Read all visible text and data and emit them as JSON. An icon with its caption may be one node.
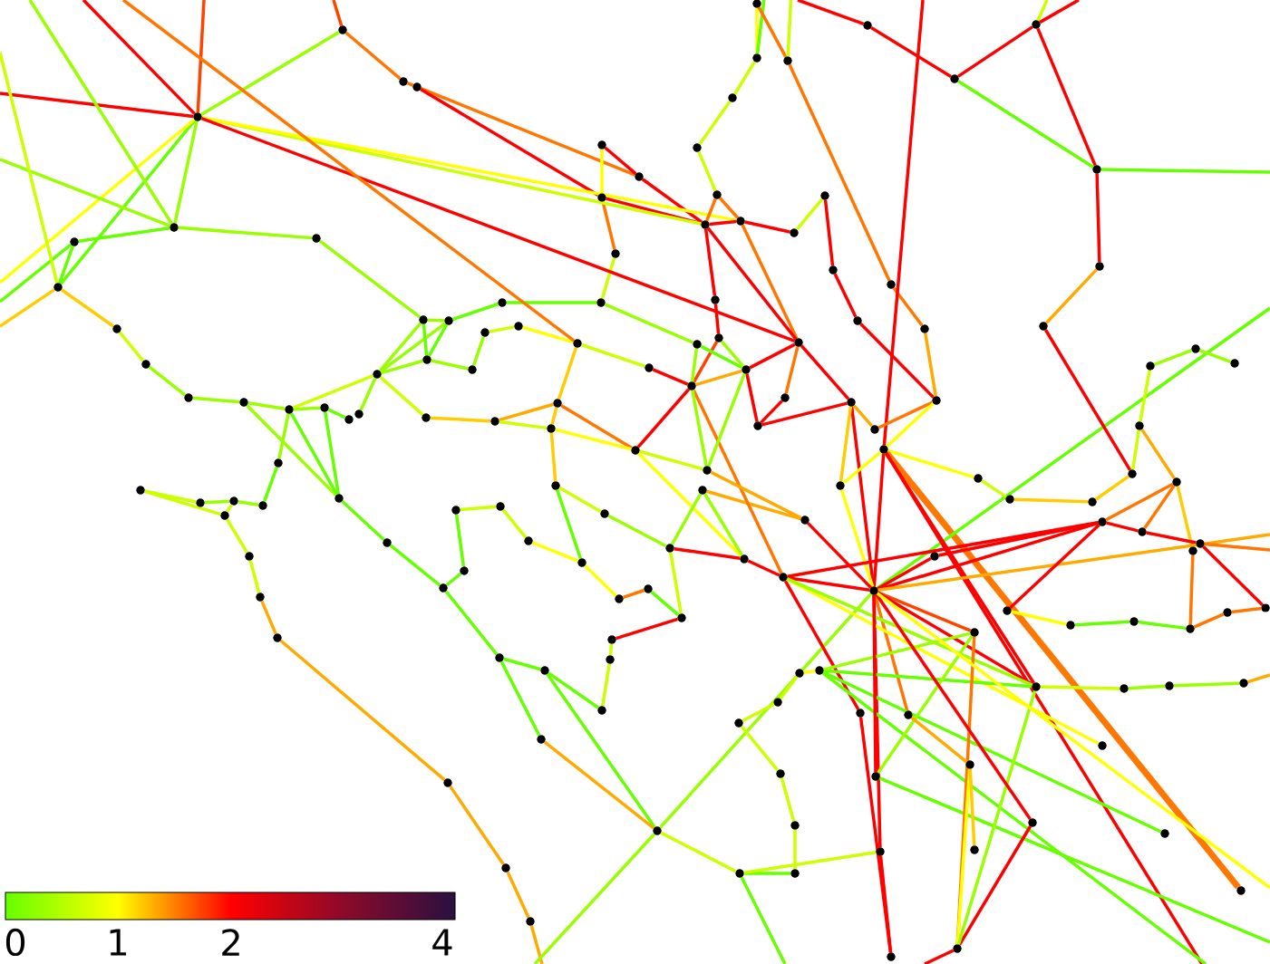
{
  "diagram": {
    "nodes": [
      {
        "text": [],
        "shape": "circle"
      },
      {
        "text": [],
        "shape": "circle"
      },
      {
        "text": [],
        "shape": "circle"
      },
      {
        "text": [],
        "shape": "circle"
      },
      {
        "text": [],
        "shape": "circle"
      },
      {
        "text": [],
        "shape": "circle"
      },
      {
        "text": [],
        "shape": "circle"
      },
      {
        "text": [],
        "shape": "circle"
      },
      {
        "text": [],
        "shape": "circle"
      },
      {
        "text": [],
        "shape": "circle"
      },
      {
        "text": [],
        "shape": "circle"
      },
      {
        "text": [],
        "shape": "circle"
      },
      {
        "text": [],
        "shape": "circle"
      },
      {
        "text": [],
        "shape": "circle"
      },
      {
        "text": [],
        "shape": "circle"
      },
      {
        "text": [],
        "shape": "circle"
      },
      {
        "text": [],
        "shape": "circle"
      },
      {
        "text": [],
        "shape": "circle"
      },
      {
        "text": [],
        "shape": "circle"
      },
      {
        "text": [],
        "shape": "circle"
      },
      {
        "text": [],
        "shape": "circle"
      },
      {
        "text": [],
        "shape": "circle"
      },
      {
        "text": [],
        "shape": "circle"
      },
      {
        "text": [],
        "shape": "circle"
      },
      {
        "text": [],
        "shape": "circle"
      },
      {
        "text": [],
        "shape": "circle"
      },
      {
        "text": [],
        "shape": "circle"
      },
      {
        "text": [],
        "shape": "circle"
      },
      {
        "text": [],
        "shape": "circle"
      },
      {
        "text": [],
        "shape": "circle"
      },
      {
        "text": [],
        "shape": "circle"
      },
      {
        "text": [],
        "shape": "circle"
      },
      {
        "text": [],
        "shape": "circle"
      },
      {
        "text": [],
        "shape": "circle"
      },
      {
        "text": [],
        "shape": "circle"
      },
      {
        "text": [],
        "shape": "circle"
      },
      {
        "text": [],
        "shape": "circle"
      },
      {
        "text": [],
        "shape": "circle"
      },
      {
        "text": [],
        "shape": "circle"
      },
      {
        "text": [],
        "shape": "circle"
      },
      {
        "text": [],
        "shape": "circle"
      },
      {
        "text": [],
        "shape": "circle"
      },
      {
        "text": [],
        "shape": "circle"
      },
      {
        "text": [],
        "shape": "circle"
      },
      {
        "text": [],
        "shape": "circle"
      },
      {
        "text": [],
        "shape": "circle"
      },
      {
        "text": [],
        "shape": "circle"
      },
      {
        "text": [],
        "shape": "circle"
      },
      {
        "text": [],
        "shape": "circle"
      },
      {
        "text": [],
        "shape": "circle"
      },
      {
        "text": [],
        "shape": "circle"
      },
      {
        "text": [],
        "shape": "circle"
      },
      {
        "text": [],
        "shape": "circle"
      },
      {
        "text": [],
        "shape": "circle"
      },
      {
        "text": [],
        "shape": "circle"
      },
      {
        "text": [],
        "shape": "circle"
      },
      {
        "text": [],
        "shape": "circle"
      },
      {
        "text": [],
        "shape": "circle"
      },
      {
        "text": [],
        "shape": "circle"
      },
      {
        "text": [],
        "shape": "circle"
      },
      {
        "text": [],
        "shape": "circle"
      },
      {
        "text": [],
        "shape": "circle"
      },
      {
        "text": [],
        "shape": "circle"
      },
      {
        "text": [],
        "shape": "circle"
      },
      {
        "text": [],
        "shape": "circle"
      },
      {
        "text": [],
        "shape": "circle"
      },
      {
        "text": [],
        "shape": "circle"
      },
      {
        "text": [],
        "shape": "circle"
      },
      {
        "text": [],
        "shape": "circle"
      },
      {
        "text": [],
        "shape": "circle"
      },
      {
        "text": [],
        "shape": "circle"
      },
      {
        "text": [],
        "shape": "circle"
      },
      {
        "text": [],
        "shape": "circle"
      },
      {
        "text": [],
        "shape": "circle"
      },
      {
        "text": [],
        "shape": "circle"
      },
      {
        "text": [],
        "shape": "circle"
      },
      {
        "text": [],
        "shape": "circle"
      },
      {
        "text": [],
        "shape": "circle"
      },
      {
        "text": [],
        "shape": "circle"
      },
      {
        "text": [],
        "shape": "circle"
      },
      {
        "text": [],
        "shape": "circle"
      },
      {
        "text": [],
        "shape": "circle"
      },
      {
        "text": [],
        "shape": "circle"
      },
      {
        "text": [],
        "shape": "circle"
      },
      {
        "text": [],
        "shape": "circle"
      },
      {
        "text": [],
        "shape": "circle"
      },
      {
        "text": [],
        "shape": "circle"
      },
      {
        "text": [],
        "shape": "circle"
      },
      {
        "text": [],
        "shape": "circle"
      },
      {
        "text": [],
        "shape": "circle"
      },
      {
        "text": [],
        "shape": "circle"
      },
      {
        "text": [],
        "shape": "circle"
      },
      {
        "text": [],
        "shape": "circle"
      },
      {
        "text": [],
        "shape": "circle"
      },
      {
        "text": [],
        "shape": "circle"
      },
      {
        "text": [],
        "shape": "circle"
      },
      {
        "text": [],
        "shape": "circle"
      },
      {
        "text": [],
        "shape": "circle"
      },
      {
        "text": [],
        "shape": "circle"
      },
      {
        "text": [],
        "shape": "circle"
      },
      {
        "text": [],
        "shape": "circle"
      },
      {
        "text": [],
        "shape": "circle"
      },
      {
        "text": [],
        "shape": "circle"
      },
      {
        "text": [],
        "shape": "circle"
      },
      {
        "text": [],
        "shape": "circle"
      },
      {
        "text": [],
        "shape": "circle"
      },
      {
        "text": [],
        "shape": "circle"
      },
      {
        "text": [],
        "shape": "circle"
      },
      {
        "text": [],
        "shape": "circle"
      },
      {
        "text": [],
        "shape": "circle"
      },
      {
        "text": [],
        "shape": "circle"
      },
      {
        "text": [],
        "shape": "circle"
      },
      {
        "text": [],
        "shape": "circle"
      },
      {
        "text": [],
        "shape": "circle"
      },
      {
        "text": [],
        "shape": "circle"
      },
      {
        "text": [],
        "shape": "circle"
      },
      {
        "text": [],
        "shape": "circle"
      },
      {
        "text": [],
        "shape": "circle"
      },
      {
        "text": [],
        "shape": "circle"
      },
      {
        "text": [],
        "shape": "circle"
      },
      {
        "text": [],
        "shape": "circle"
      },
      {
        "text": [],
        "shape": "circle"
      },
      {
        "text": [],
        "shape": "circle"
      },
      {
        "text": [],
        "shape": "circle"
      },
      {
        "text": [],
        "shape": "circle"
      },
      {
        "text": [],
        "shape": "circle"
      },
      {
        "text": [],
        "shape": "circle"
      },
      {
        "text": [],
        "shape": "circle"
      },
      {
        "text": [],
        "shape": "circle"
      },
      {
        "text": [],
        "shape": "circle"
      },
      {
        "text": [],
        "shape": "circle"
      },
      {
        "text": [],
        "shape": "circle"
      },
      {
        "text": [],
        "shape": "circle"
      },
      {
        "text": [],
        "shape": "circle"
      },
      {
        "text": [],
        "shape": "circle"
      },
      {
        "text": [],
        "shape": "circle"
      },
      {
        "text": [],
        "shape": "circle"
      },
      {
        "text": [],
        "shape": "circle"
      },
      {
        "text": [],
        "shape": "circle"
      },
      {
        "text": [],
        "shape": "circle"
      },
      {
        "text": [],
        "shape": "circle"
      },
      {
        "text": [],
        "shape": "circle"
      },
      {
        "text": [],
        "shape": "circle"
      },
      {
        "text": [],
        "shape": "circle"
      },
      {
        "text": [],
        "shape": "circle"
      },
      {
        "text": [],
        "shape": "circle"
      },
      {
        "text": [],
        "shape": "circle"
      },
      {
        "text": [],
        "shape": "circle"
      },
      {
        "text": [],
        "shape": "circle"
      },
      {
        "text": [],
        "shape": "circle"
      },
      {
        "text": [],
        "shape": "circle"
      },
      {
        "text": [],
        "shape": "circle"
      },
      {
        "text": [],
        "shape": "circle"
      }
    ],
    "edges": [
      {
        "from": null,
        "to": 0,
        "arrow": "none",
        "color": "#ff4400"
      },
      {
        "from": 0,
        "to": 1,
        "arrow": "none",
        "color": "#ff7700"
      },
      {
        "from": 1,
        "to": 2,
        "arrow": "none",
        "color": "#ff7700"
      },
      {
        "from": 2,
        "to": 33,
        "arrow": "none",
        "color": "#ff7700"
      },
      {
        "from": 2,
        "to": 32,
        "arrow": "none",
        "color": "#ff0000"
      },
      {
        "from": 31,
        "to": 33,
        "arrow": "none",
        "color": "#ff0000"
      },
      {
        "from": 31,
        "to": 32,
        "arrow": "none",
        "color": "#ffff00"
      },
      {
        "from": 32,
        "to": 41,
        "arrow": "none",
        "color": "#ff0000"
      },
      {
        "from": 33,
        "to": 41,
        "arrow": "none",
        "color": "#ff0000"
      },
      {
        "from": 32,
        "to": 34,
        "arrow": "none",
        "color": "#ff7700"
      },
      {
        "from": 34,
        "to": 24,
        "arrow": "none",
        "color": "#ccff00"
      },
      {
        "from": null,
        "to": 3,
        "arrow": "none",
        "color": "#ff4400"
      },
      {
        "from": null,
        "to": 3,
        "arrow": "none",
        "color": "#ff0000"
      },
      {
        "from": null,
        "to": 3,
        "arrow": "none",
        "color": "#ff0000"
      },
      {
        "from": 3,
        "to": 0,
        "arrow": "none",
        "color": "#99ff00"
      },
      {
        "from": 3,
        "to": 41,
        "arrow": "none",
        "color": "#ccff00"
      },
      {
        "from": 3,
        "to": 42,
        "arrow": "none",
        "color": "#ffff00"
      },
      {
        "from": 3,
        "to": 62,
        "arrow": "none",
        "color": "#ff0000"
      },
      {
        "from": 3,
        "to": 4,
        "arrow": "none",
        "color": "#99ff00"
      },
      {
        "from": 3,
        "to": 6,
        "arrow": "none",
        "color": "#66ff00"
      },
      {
        "from": null,
        "to": 3,
        "arrow": "none",
        "color": "#ffff00"
      },
      {
        "from": null,
        "to": 4,
        "arrow": "none",
        "color": "#99ff00"
      },
      {
        "from": null,
        "to": 4,
        "arrow": "none",
        "color": "#99ff00"
      },
      {
        "from": null,
        "to": 5,
        "arrow": "none",
        "color": "#66ff00"
      },
      {
        "from": null,
        "to": 6,
        "arrow": "none",
        "color": "#ffcc00"
      },
      {
        "from": null,
        "to": 6,
        "arrow": "none",
        "color": "#ccff00"
      },
      {
        "from": 5,
        "to": 6,
        "arrow": "none",
        "color": "#66ff00"
      },
      {
        "from": 5,
        "to": 4,
        "arrow": "none",
        "color": "#66ff00"
      },
      {
        "from": 4,
        "to": 7,
        "arrow": "none",
        "color": "#99ff00"
      },
      {
        "from": 7,
        "to": 17,
        "arrow": "none",
        "color": "#99ff00"
      },
      {
        "from": 6,
        "to": 8,
        "arrow": "none",
        "color": "#ffcc00"
      },
      {
        "from": 8,
        "to": 9,
        "arrow": "none",
        "color": "#ccff00"
      },
      {
        "from": 9,
        "to": 10,
        "arrow": "none",
        "color": "#99ff00"
      },
      {
        "from": 10,
        "to": 11,
        "arrow": "none",
        "color": "#99ff00"
      },
      {
        "from": 11,
        "to": 12,
        "arrow": "none",
        "color": "#99ff00"
      },
      {
        "from": 12,
        "to": 13,
        "arrow": "none",
        "color": "#99ff00"
      },
      {
        "from": 13,
        "to": 14,
        "arrow": "none",
        "color": "#66ff00"
      },
      {
        "from": 15,
        "to": 16,
        "arrow": "none",
        "color": "#99ff00"
      },
      {
        "from": 12,
        "to": 16,
        "arrow": "none",
        "color": "#ccff00"
      },
      {
        "from": 16,
        "to": 17,
        "arrow": "none",
        "color": "#99ff00"
      },
      {
        "from": 16,
        "to": 18,
        "arrow": "none",
        "color": "#99ff00"
      },
      {
        "from": 16,
        "to": 19,
        "arrow": "none",
        "color": "#99ff00"
      },
      {
        "from": 17,
        "to": 18,
        "arrow": "none",
        "color": "#99ff00"
      },
      {
        "from": 17,
        "to": 19,
        "arrow": "none",
        "color": "#66ff00"
      },
      {
        "from": 18,
        "to": 19,
        "arrow": "none",
        "color": "#66ff00"
      },
      {
        "from": 18,
        "to": 23,
        "arrow": "none",
        "color": "#66ff00"
      },
      {
        "from": 23,
        "to": 24,
        "arrow": "none",
        "color": "#66ff00"
      },
      {
        "from": 24,
        "to": 58,
        "arrow": "none",
        "color": "#99ff00"
      },
      {
        "from": 19,
        "to": 20,
        "arrow": "none",
        "color": "#99ff00"
      },
      {
        "from": 20,
        "to": 21,
        "arrow": "none",
        "color": "#99ff00"
      },
      {
        "from": 21,
        "to": 22,
        "arrow": "none",
        "color": "#ccff00"
      },
      {
        "from": 22,
        "to": 25,
        "arrow": "none",
        "color": "#ffff00"
      },
      {
        "from": 25,
        "to": 28,
        "arrow": "none",
        "color": "#ffcc00"
      },
      {
        "from": 25,
        "to": 60,
        "arrow": "none",
        "color": "#ccff00"
      },
      {
        "from": null,
        "to": 25,
        "arrow": "none",
        "color": "#ff7700"
      },
      {
        "from": 16,
        "to": 26,
        "arrow": "none",
        "color": "#ccff00"
      },
      {
        "from": 26,
        "to": 27,
        "arrow": "none",
        "color": "#ffcc00"
      },
      {
        "from": 27,
        "to": 28,
        "arrow": "none",
        "color": "#ffaa00"
      },
      {
        "from": 27,
        "to": 29,
        "arrow": "none",
        "color": "#ccff00"
      },
      {
        "from": 28,
        "to": 94,
        "arrow": "none",
        "color": "#ff7700"
      },
      {
        "from": 29,
        "to": 94,
        "arrow": "none",
        "color": "#ffff00"
      },
      {
        "from": 28,
        "to": 29,
        "arrow": "none",
        "color": "#ffcc00"
      },
      {
        "from": 29,
        "to": 30,
        "arrow": "none",
        "color": "#ffcc00"
      },
      {
        "from": 12,
        "to": 113,
        "arrow": "none",
        "color": "#99ff00"
      },
      {
        "from": 11,
        "to": 112,
        "arrow": "none",
        "color": "#99ff00"
      },
      {
        "from": 12,
        "to": 112,
        "arrow": "none",
        "color": "#66ff00"
      },
      {
        "from": 13,
        "to": 112,
        "arrow": "none",
        "color": "#66ff00"
      },
      {
        "from": 113,
        "to": 114,
        "arrow": "none",
        "color": "#66ff00"
      },
      {
        "from": 117,
        "to": 116,
        "arrow": "none",
        "color": "#ccff00"
      },
      {
        "from": 117,
        "to": 118,
        "arrow": "none",
        "color": "#ccff00"
      },
      {
        "from": 116,
        "to": 115,
        "arrow": "none",
        "color": "#99ff00"
      },
      {
        "from": 115,
        "to": 114,
        "arrow": "none",
        "color": "#99ff00"
      },
      {
        "from": 115,
        "to": 118,
        "arrow": "none",
        "color": "#ccff00"
      },
      {
        "from": 118,
        "to": 119,
        "arrow": "none",
        "color": "#ccff00"
      },
      {
        "from": 119,
        "to": 120,
        "arrow": "none",
        "color": "#ccff00"
      },
      {
        "from": 120,
        "to": 121,
        "arrow": "none",
        "color": "#ffaa00"
      },
      {
        "from": 121,
        "to": 122,
        "arrow": "none",
        "color": "#ffaa00"
      },
      {
        "from": 122,
        "to": 123,
        "arrow": "none",
        "color": "#ffaa00"
      },
      {
        "from": 123,
        "to": 124,
        "arrow": "none",
        "color": "#ffaa00"
      },
      {
        "from": 124,
        "to": null,
        "arrow": "none",
        "color": "#ffaa00"
      },
      {
        "from": 112,
        "to": 111,
        "arrow": "none",
        "color": "#66ff00"
      },
      {
        "from": 111,
        "to": 110,
        "arrow": "none",
        "color": "#66ff00"
      },
      {
        "from": 110,
        "to": 109,
        "arrow": "none",
        "color": "#66ff00"
      },
      {
        "from": 109,
        "to": 108,
        "arrow": "none",
        "color": "#66ff00"
      },
      {
        "from": 108,
        "to": 107,
        "arrow": "none",
        "color": "#ccff00"
      },
      {
        "from": 107,
        "to": 106,
        "arrow": "none",
        "color": "#ccff00"
      },
      {
        "from": 106,
        "to": 105,
        "arrow": "none",
        "color": "#ffff00"
      },
      {
        "from": 105,
        "to": 103,
        "arrow": "none",
        "color": "#ffff00"
      },
      {
        "from": 103,
        "to": 101,
        "arrow": "none",
        "color": "#ff7700"
      },
      {
        "from": 30,
        "to": 104,
        "arrow": "none",
        "color": "#ccff00"
      },
      {
        "from": 30,
        "to": 105,
        "arrow": "none",
        "color": "#66ff00"
      },
      {
        "from": 104,
        "to": 97,
        "arrow": "none",
        "color": "#99ff00"
      },
      {
        "from": 110,
        "to": 125,
        "arrow": "none",
        "color": "#66ff00"
      },
      {
        "from": 125,
        "to": 126,
        "arrow": "none",
        "color": "#66ff00"
      },
      {
        "from": 126,
        "to": 127,
        "arrow": "none",
        "color": "#66ff00"
      },
      {
        "from": 125,
        "to": 130,
        "arrow": "none",
        "color": "#66ff00"
      },
      {
        "from": 126,
        "to": 131,
        "arrow": "none",
        "color": "#66ff00"
      },
      {
        "from": 130,
        "to": 131,
        "arrow": "none",
        "color": "#ffaa00"
      },
      {
        "from": 128,
        "to": 129,
        "arrow": "none",
        "color": "#ccff00"
      },
      {
        "from": 129,
        "to": 127,
        "arrow": "none",
        "color": "#ccff00"
      },
      {
        "from": 128,
        "to": 102,
        "arrow": "none",
        "color": "#ff0000"
      },
      {
        "from": null,
        "to": 131,
        "arrow": "none",
        "color": "#99ff00"
      },
      {
        "from": 131,
        "to": 132,
        "arrow": "none",
        "color": "#ccff00"
      },
      {
        "from": 131,
        "to": 138,
        "arrow": "none",
        "color": "#99ff00"
      },
      {
        "from": 138,
        "to": 92,
        "arrow": "none",
        "color": "#99ff00"
      },
      {
        "from": 136,
        "to": 137,
        "arrow": "none",
        "color": "#ccff00"
      },
      {
        "from": 137,
        "to": 138,
        "arrow": "none",
        "color": "#ccff00"
      },
      {
        "from": 136,
        "to": 135,
        "arrow": "none",
        "color": "#ccff00"
      },
      {
        "from": 135,
        "to": 134,
        "arrow": "none",
        "color": "#ccff00"
      },
      {
        "from": 134,
        "to": 133,
        "arrow": "none",
        "color": "#ccff00"
      },
      {
        "from": 133,
        "to": 132,
        "arrow": "none",
        "color": "#66ff00"
      },
      {
        "from": 132,
        "to": 144,
        "arrow": "none",
        "color": "#ccff00"
      },
      {
        "from": 132,
        "to": null,
        "arrow": "none",
        "color": "#66ff00"
      },
      {
        "from": 35,
        "to": 36,
        "arrow": "none",
        "color": "#ffff00"
      },
      {
        "from": null,
        "to": 36,
        "arrow": "none",
        "color": "#66ff00"
      },
      {
        "from": 35,
        "to": 37,
        "arrow": "none",
        "color": "#ff7700"
      },
      {
        "from": null,
        "to": 37,
        "arrow": "none",
        "color": "#ccff00"
      },
      {
        "from": 36,
        "to": 38,
        "arrow": "none",
        "color": "#ccff00"
      },
      {
        "from": 38,
        "to": 39,
        "arrow": "none",
        "color": "#ccff00"
      },
      {
        "from": 39,
        "to": 40,
        "arrow": "none",
        "color": "#ccff00"
      },
      {
        "from": 40,
        "to": 41,
        "arrow": "none",
        "color": "#ff7700"
      },
      {
        "from": 40,
        "to": 42,
        "arrow": "none",
        "color": "#ff7700"
      },
      {
        "from": 42,
        "to": 62,
        "arrow": "none",
        "color": "#ff7700"
      },
      {
        "from": 41,
        "to": 42,
        "arrow": "none",
        "color": "#ff0000"
      },
      {
        "from": 42,
        "to": 43,
        "arrow": "none",
        "color": "#ff0000"
      },
      {
        "from": 43,
        "to": 44,
        "arrow": "none",
        "color": "#ccff00"
      },
      {
        "from": 44,
        "to": 45,
        "arrow": "none",
        "color": "#ff0000"
      },
      {
        "from": 45,
        "to": 46,
        "arrow": "none",
        "color": "#ff0000"
      },
      {
        "from": 46,
        "to": 49,
        "arrow": "none",
        "color": "#ff0000"
      },
      {
        "from": 37,
        "to": 47,
        "arrow": "none",
        "color": "#ff7700"
      },
      {
        "from": 47,
        "to": 48,
        "arrow": "none",
        "color": "#ff7700"
      },
      {
        "from": 48,
        "to": 49,
        "arrow": "none",
        "color": "#ffaa00"
      },
      {
        "from": null,
        "to": 67,
        "arrow": "none",
        "color": "#ff0000"
      },
      {
        "from": 67,
        "to": 92,
        "arrow": "none",
        "color": "#ff0000"
      },
      {
        "from": 41,
        "to": 56,
        "arrow": "none",
        "color": "#ff0000"
      },
      {
        "from": 56,
        "to": 57,
        "arrow": "none",
        "color": "#ff0000"
      },
      {
        "from": 57,
        "to": 61,
        "arrow": "none",
        "color": "#ff4400"
      },
      {
        "from": 41,
        "to": 62,
        "arrow": "none",
        "color": "#ff0000"
      },
      {
        "from": 62,
        "to": 59,
        "arrow": "none",
        "color": "#ff0000"
      },
      {
        "from": 62,
        "to": 63,
        "arrow": "none",
        "color": "#ff7700"
      },
      {
        "from": 63,
        "to": 64,
        "arrow": "none",
        "color": "#ff0000"
      },
      {
        "from": 59,
        "to": 64,
        "arrow": "none",
        "color": "#ff0000"
      },
      {
        "from": 64,
        "to": 65,
        "arrow": "none",
        "color": "#ff0000"
      },
      {
        "from": 62,
        "to": 65,
        "arrow": "none",
        "color": "#ff0000"
      },
      {
        "from": 65,
        "to": 92,
        "arrow": "none",
        "color": "#ff0000"
      },
      {
        "from": 66,
        "to": 49,
        "arrow": "none",
        "color": "#ff7700"
      },
      {
        "from": 65,
        "to": 66,
        "arrow": "none",
        "color": "#ffaa00"
      },
      {
        "from": 65,
        "to": 152,
        "arrow": "none",
        "color": "#ffcc00"
      },
      {
        "from": 152,
        "to": 92,
        "arrow": "none",
        "color": "#ffff00"
      },
      {
        "from": 67,
        "to": 152,
        "arrow": "none",
        "color": "#ffff00"
      },
      {
        "from": 49,
        "to": 67,
        "arrow": "none",
        "color": "#ffff00"
      },
      {
        "from": 67,
        "to": 68,
        "arrow": "none",
        "color": "#ffff00"
      },
      {
        "from": 67,
        "to": 149,
        "arrow": "none",
        "color": "#ff7700",
        "style": "thick"
      },
      {
        "from": null,
        "to": 92,
        "arrow": "none",
        "color": "#66ff00"
      },
      {
        "from": 67,
        "to": 88,
        "arrow": "none",
        "color": "#ff0000"
      },
      {
        "from": 67,
        "to": null,
        "arrow": "none",
        "color": "#ff0000"
      },
      {
        "from": 68,
        "to": 69,
        "arrow": "none",
        "color": "#ccff00"
      },
      {
        "from": 69,
        "to": 70,
        "arrow": "none",
        "color": "#ffcc00"
      },
      {
        "from": 70,
        "to": 71,
        "arrow": "none",
        "color": "#ffcc00"
      },
      {
        "from": 71,
        "to": 72,
        "arrow": "none",
        "color": "#ccff00"
      },
      {
        "from": 72,
        "to": 73,
        "arrow": "none",
        "color": "#ccff00"
      },
      {
        "from": 73,
        "to": 74,
        "arrow": "none",
        "color": "#99ff00"
      },
      {
        "from": 74,
        "to": 75,
        "arrow": "none",
        "color": "#99ff00"
      },
      {
        "from": 72,
        "to": 76,
        "arrow": "none",
        "color": "#ffaa00"
      },
      {
        "from": 71,
        "to": 55,
        "arrow": "none",
        "color": "#ff0000"
      },
      {
        "from": 55,
        "to": 54,
        "arrow": "none",
        "color": "#ffaa00"
      },
      {
        "from": 54,
        "to": 53,
        "arrow": "none",
        "color": "#ff0000"
      },
      {
        "from": 53,
        "to": 52,
        "arrow": "none",
        "color": "#ff0000"
      },
      {
        "from": 53,
        "to": 51,
        "arrow": "none",
        "color": "#66ff00"
      },
      {
        "from": 53,
        "to": null,
        "arrow": "none",
        "color": "#66ff00"
      },
      {
        "from": 51,
        "to": 52,
        "arrow": "none",
        "color": "#ff0000"
      },
      {
        "from": 52,
        "to": null,
        "arrow": "none",
        "color": "#ccff00"
      },
      {
        "from": 52,
        "to": null,
        "arrow": "none",
        "color": "#ff0000"
      },
      {
        "from": 51,
        "to": 50,
        "arrow": "none",
        "color": "#ff0000"
      },
      {
        "from": 50,
        "to": null,
        "arrow": "none",
        "color": "#ff0000"
      },
      {
        "from": 76,
        "to": 77,
        "arrow": "none",
        "color": "#ff7700"
      },
      {
        "from": 76,
        "to": 78,
        "arrow": "none",
        "color": "#ff7700"
      },
      {
        "from": 76,
        "to": 80,
        "arrow": "none",
        "color": "#ffcc00"
      },
      {
        "from": 77,
        "to": 78,
        "arrow": "none",
        "color": "#ff0000"
      },
      {
        "from": 78,
        "to": 79,
        "arrow": "none",
        "color": "#ff0000"
      },
      {
        "from": 79,
        "to": 81,
        "arrow": "none",
        "color": "#ff0000"
      },
      {
        "from": 77,
        "to": 92,
        "arrow": "none",
        "color": "#ff0000"
      },
      {
        "from": 77,
        "to": 93,
        "arrow": "none",
        "color": "#ff0000"
      },
      {
        "from": 77,
        "to": 100,
        "arrow": "none",
        "color": "#ff0000"
      },
      {
        "from": 93,
        "to": 92,
        "arrow": "none",
        "color": "#ff0000"
      },
      {
        "from": 92,
        "to": null,
        "arrow": "none",
        "color": "#ffaa00"
      },
      {
        "from": 79,
        "to": null,
        "arrow": "none",
        "color": "#ff7700"
      },
      {
        "from": 80,
        "to": 83,
        "arrow": "none",
        "color": "#ff7700"
      },
      {
        "from": 83,
        "to": 82,
        "arrow": "none",
        "color": "#ff7700"
      },
      {
        "from": 82,
        "to": 81,
        "arrow": "none",
        "color": "#ff7700"
      },
      {
        "from": 83,
        "to": 84,
        "arrow": "none",
        "color": "#66ff00"
      },
      {
        "from": 84,
        "to": 85,
        "arrow": "none",
        "color": "#66ff00"
      },
      {
        "from": 85,
        "to": 86,
        "arrow": "none",
        "color": "#ffff00"
      },
      {
        "from": 86,
        "to": 77,
        "arrow": "none",
        "color": "#ff0000"
      },
      {
        "from": 88,
        "to": 89,
        "arrow": "none",
        "color": "#ccff00"
      },
      {
        "from": 89,
        "to": 90,
        "arrow": "none",
        "color": "#99ff00"
      },
      {
        "from": 90,
        "to": 91,
        "arrow": "none",
        "color": "#99ff00"
      },
      {
        "from": 91,
        "to": null,
        "arrow": "none",
        "color": "#ffaa00"
      },
      {
        "from": 98,
        "to": 100,
        "arrow": "none",
        "color": "#ff0000"
      },
      {
        "from": 100,
        "to": 92,
        "arrow": "none",
        "color": "#ff0000"
      },
      {
        "from": 96,
        "to": 99,
        "arrow": "none",
        "color": "#ffaa00"
      },
      {
        "from": 99,
        "to": 92,
        "arrow": "none",
        "color": "#ff0000"
      },
      {
        "from": 92,
        "to": 87,
        "arrow": "none",
        "color": "#ff4400"
      },
      {
        "from": 92,
        "to": 88,
        "arrow": "none",
        "color": "#ff0000"
      },
      {
        "from": 92,
        "to": 144,
        "arrow": "none",
        "color": "#ff0000"
      },
      {
        "from": 144,
        "to": 151,
        "arrow": "none",
        "color": "#ff0000"
      },
      {
        "from": 92,
        "to": 141,
        "arrow": "none",
        "color": "#ff7700"
      },
      {
        "from": 100,
        "to": 140,
        "arrow": "none",
        "color": "#ff0000"
      },
      {
        "from": 140,
        "to": 151,
        "arrow": "none",
        "color": "#ff0000"
      },
      {
        "from": 100,
        "to": 147,
        "arrow": "none",
        "color": "#ffff00"
      },
      {
        "from": 100,
        "to": 88,
        "arrow": "none",
        "color": "#99ff00"
      },
      {
        "from": 139,
        "to": 88,
        "arrow": "none",
        "color": "#66ff00"
      },
      {
        "from": 139,
        "to": 87,
        "arrow": "none",
        "color": "#99ff00"
      },
      {
        "from": 139,
        "to": 148,
        "arrow": "none",
        "color": "#66ff00"
      },
      {
        "from": 139,
        "to": null,
        "arrow": "none",
        "color": "#66ff00"
      },
      {
        "from": 142,
        "to": 87,
        "arrow": "none",
        "color": "#99ff00"
      },
      {
        "from": 142,
        "to": null,
        "arrow": "none",
        "color": "#66ff00"
      },
      {
        "from": 150,
        "to": 87,
        "arrow": "none",
        "color": "#ff7700"
      },
      {
        "from": 150,
        "to": 143,
        "arrow": "none",
        "color": "#ffff00"
      },
      {
        "from": 150,
        "to": 146,
        "arrow": "none",
        "color": "#ff0000"
      },
      {
        "from": 150,
        "to": 88,
        "arrow": "none",
        "color": "#99ff00"
      },
      {
        "from": 150,
        "to": null,
        "arrow": "none",
        "color": "#ff0000"
      },
      {
        "from": 141,
        "to": 143,
        "arrow": "none",
        "color": "#ffaa00"
      },
      {
        "from": 143,
        "to": 145,
        "arrow": "none",
        "color": "#ffcc00"
      },
      {
        "from": 92,
        "to": 146,
        "arrow": "none",
        "color": "#ff0000"
      },
      {
        "from": 94,
        "to": 95,
        "arrow": "none",
        "color": "#ccff00"
      },
      {
        "from": 94,
        "to": 98,
        "arrow": "none",
        "color": "#ffff00"
      },
      {
        "from": 94,
        "to": 61,
        "arrow": "none",
        "color": "#ff0000"
      },
      {
        "from": 61,
        "to": 59,
        "arrow": "none",
        "color": "#ffaa00"
      },
      {
        "from": 61,
        "to": 100,
        "arrow": "none",
        "color": "#ff7700"
      },
      {
        "from": 61,
        "to": 95,
        "arrow": "none",
        "color": "#99ff00"
      },
      {
        "from": 95,
        "to": 59,
        "arrow": "none",
        "color": "#99ff00"
      },
      {
        "from": 60,
        "to": 61,
        "arrow": "none",
        "color": "#ff0000"
      },
      {
        "from": 58,
        "to": 59,
        "arrow": "none",
        "color": "#66ff00"
      },
      {
        "from": 57,
        "to": 59,
        "arrow": "none",
        "color": "#99ff00"
      },
      {
        "from": 58,
        "to": 61,
        "arrow": "none",
        "color": "#99ff00"
      },
      {
        "from": 95,
        "to": 99,
        "arrow": "none",
        "color": "#ffaa00"
      },
      {
        "from": 96,
        "to": 97,
        "arrow": "none",
        "color": "#99ff00"
      },
      {
        "from": 97,
        "to": 98,
        "arrow": "none",
        "color": "#ff0000"
      },
      {
        "from": 97,
        "to": 102,
        "arrow": "none",
        "color": "#ccff00"
      },
      {
        "from": 101,
        "to": 102,
        "arrow": "none",
        "color": "#66ff00"
      },
      {
        "from": 96,
        "to": 98,
        "arrow": "none",
        "color": "#99ff00"
      },
      {
        "from": 92,
        "to": null,
        "arrow": "none",
        "color": "#ffff00"
      },
      {
        "from": 138,
        "to": 139,
        "arrow": "none",
        "color": "#ffff00"
      },
      {
        "from": 92,
        "to": 142,
        "arrow": "none",
        "color": "#ff0000"
      }
    ],
    "labels": [
      "0",
      "1",
      "2",
      "4"
    ]
  }
}
